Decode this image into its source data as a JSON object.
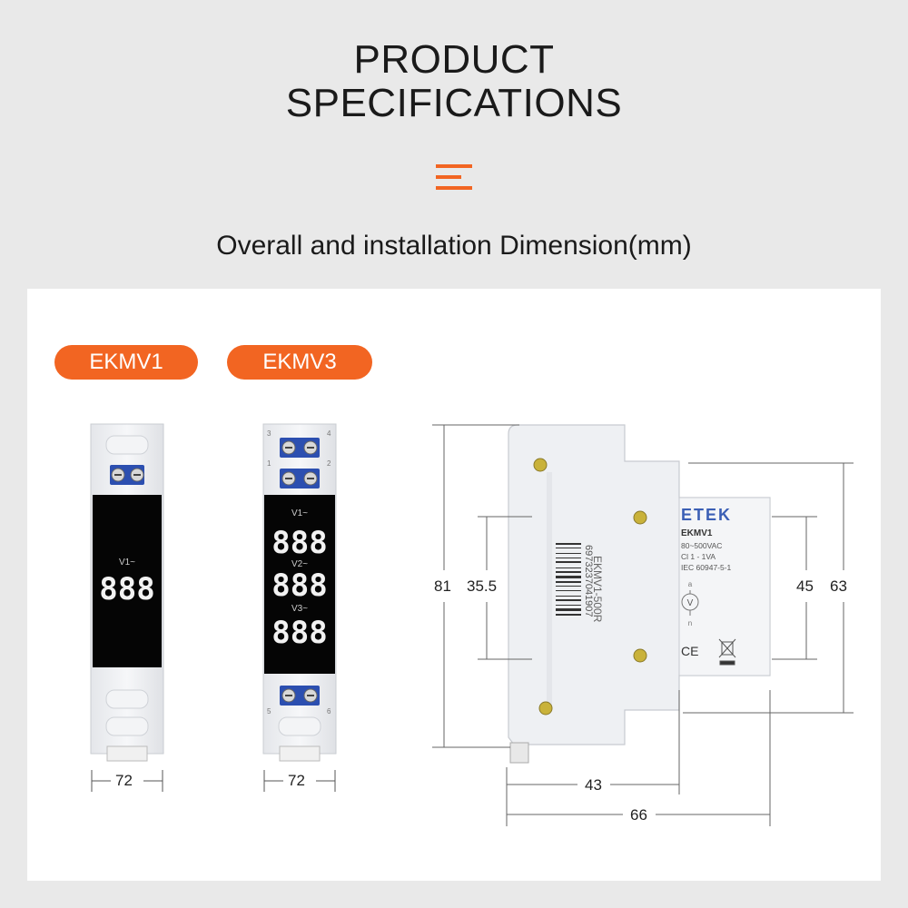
{
  "header": {
    "title_line1": "PRODUCT",
    "title_line2": "SPECIFICATIONS",
    "subtitle": "Overall and installation Dimension(mm)",
    "accent_color": "#f26522"
  },
  "models": [
    {
      "name": "EKMV1"
    },
    {
      "name": "EKMV3"
    }
  ],
  "ekmv1": {
    "phase_label": "V1~",
    "digits": "888",
    "width_dim": "72"
  },
  "ekmv3": {
    "phase_labels": [
      "V1~",
      "V2~",
      "V3~"
    ],
    "digits": "888",
    "width_dim": "72",
    "terminal_numbers": [
      "3",
      "4",
      "1",
      "2",
      "5",
      "6"
    ]
  },
  "side_view": {
    "brand": "ETEK",
    "model": "EKMV1",
    "voltage": "80~500VAC",
    "class": "Cl 1 - 1VA",
    "standard": "IEC 60947-5-1",
    "terminal_a": "a",
    "terminal_n": "n",
    "meter_symbol": "V",
    "ce_mark": "CE",
    "barcode_number": "6973237041907",
    "side_label": "EKMV1-500R",
    "dim_81": "81",
    "dim_35_5": "35.5",
    "dim_45": "45",
    "dim_63": "63",
    "dim_43": "43",
    "dim_66": "66"
  }
}
